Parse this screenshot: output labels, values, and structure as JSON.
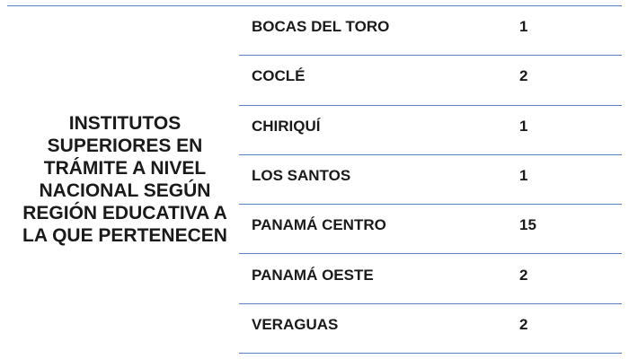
{
  "label": "INSTITUTOS SUPERIORES EN TRÁMITE A NIVEL NACIONAL SEGÚN REGIÓN EDUCATIVA A LA QUE PERTENECEN",
  "rows": [
    {
      "region": "BOCAS DEL TORO",
      "count": "1"
    },
    {
      "region": "COCLÉ",
      "count": "2"
    },
    {
      "region": "CHIRIQUÍ",
      "count": "1"
    },
    {
      "region": "LOS SANTOS",
      "count": "1"
    },
    {
      "region": "PANAMÁ CENTRO",
      "count": "15"
    },
    {
      "region": "PANAMÁ OESTE",
      "count": "2"
    },
    {
      "region": "VERAGUAS",
      "count": "2"
    }
  ],
  "colors": {
    "rule": "#5b7fbf",
    "text": "#1a1a1a",
    "background": "#ffffff"
  }
}
